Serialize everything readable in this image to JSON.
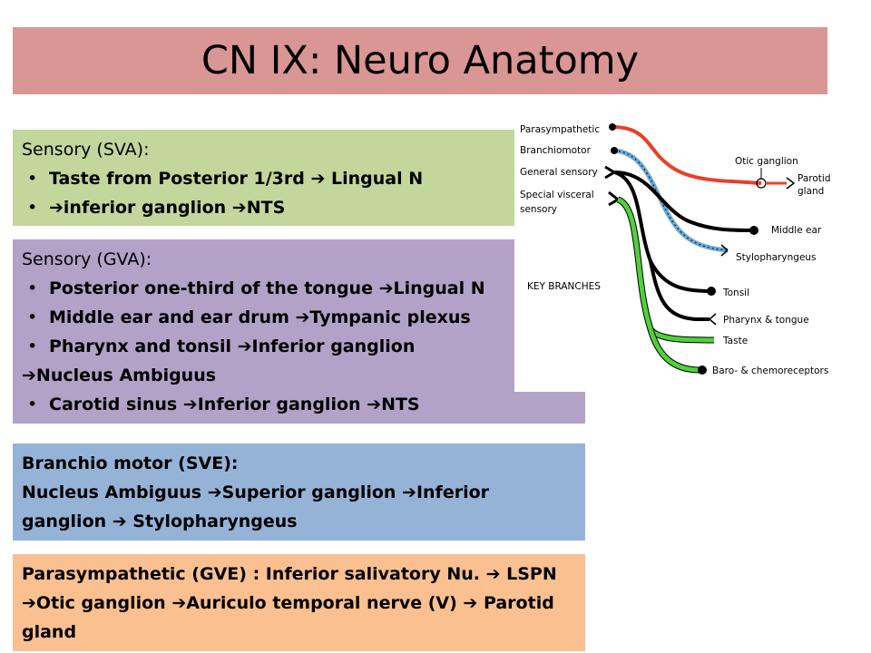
{
  "title": "CN IX: Neuro Anatomy",
  "sva": {
    "heading": "Sensory (SVA):",
    "items": [
      "Taste from Posterior 1/3rd ➔ Lingual N",
      "➔inferior ganglion ➔NTS"
    ]
  },
  "gva": {
    "heading": "Sensory (GVA):",
    "items": [
      "Posterior one-third of the tongue ➔Lingual N",
      "Middle ear and ear drum ➔Tympanic plexus",
      "Pharynx and tonsil ➔Inferior ganglion",
      "Carotid sinus ➔Inferior ganglion ➔NTS"
    ],
    "continuation": "➔Nucleus Ambiguus"
  },
  "sve": {
    "heading": "Branchio motor (SVE):",
    "body": "Nucleus Ambiguus ➔Superior ganglion ➔Inferior ganglion ➔ Stylopharyngeus"
  },
  "gve": {
    "body": "Parasympathetic (GVE) : Inferior salivatory Nu. ➔ LSPN ➔Otic  ganglion ➔Auriculo temporal nerve (V) ➔ Parotid gland"
  },
  "diagram": {
    "legend": [
      "Parasympathetic",
      "Branchiomotor",
      "General sensory",
      "Special visceral",
      "sensory"
    ],
    "key_branches": "KEY BRANCHES",
    "otic_ganglion": "Otic ganglion",
    "parotid": [
      "Parotid",
      "gland"
    ],
    "targets": [
      "Middle ear",
      "Stylopharyngeus",
      "Tonsil",
      "Pharynx & tongue",
      "Taste",
      "Baro- & chemoreceptors"
    ],
    "colors": {
      "parasympathetic": "#e8402a",
      "branchiomotor": "#6aa9d8",
      "general_sensory": "#000000",
      "special_visceral": "#4fd13a"
    }
  }
}
